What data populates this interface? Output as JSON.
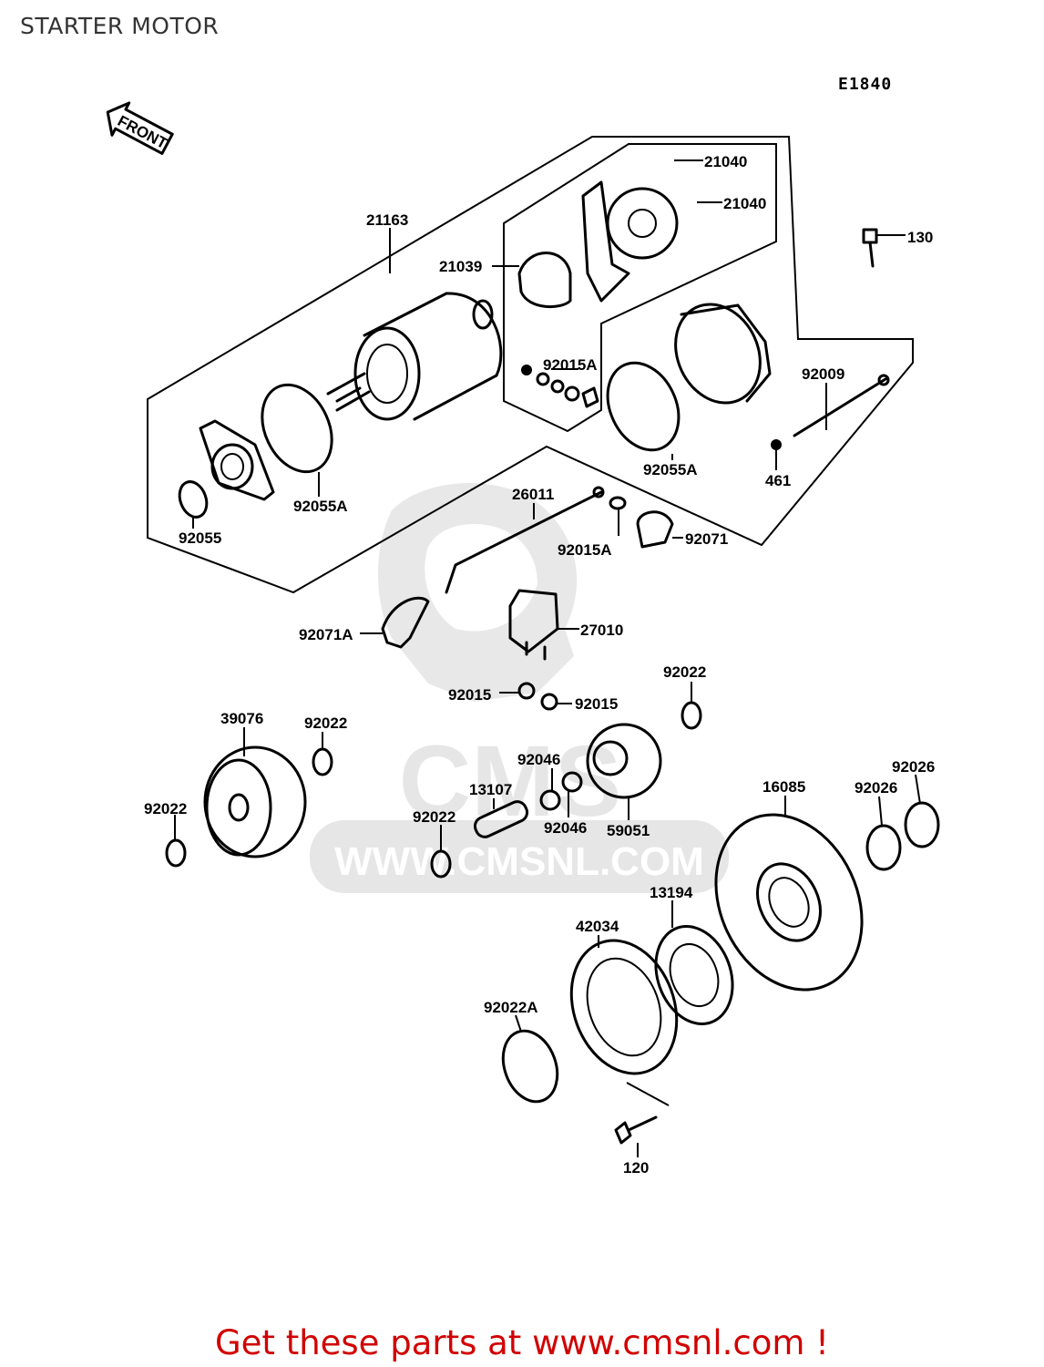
{
  "header": {
    "title": "STARTER MOTOR",
    "diagram_code": "E1840"
  },
  "front_marker": "FRONT",
  "watermark": {
    "text": "WWW.CMSNL.COM",
    "logo_text": "CMS"
  },
  "parts": [
    {
      "id": "p-21163",
      "label": "21163"
    },
    {
      "id": "p-21039",
      "label": "21039"
    },
    {
      "id": "p-21040a",
      "label": "21040"
    },
    {
      "id": "p-21040b",
      "label": "21040"
    },
    {
      "id": "p-130",
      "label": "130"
    },
    {
      "id": "p-92015a-1",
      "label": "92015A"
    },
    {
      "id": "p-92009",
      "label": "92009"
    },
    {
      "id": "p-92055a-1",
      "label": "92055A"
    },
    {
      "id": "p-92055a-2",
      "label": "92055A"
    },
    {
      "id": "p-461",
      "label": "461"
    },
    {
      "id": "p-92055",
      "label": "92055"
    },
    {
      "id": "p-26011",
      "label": "26011"
    },
    {
      "id": "p-92015a-2",
      "label": "92015A"
    },
    {
      "id": "p-92071",
      "label": "92071"
    },
    {
      "id": "p-92071a",
      "label": "92071A"
    },
    {
      "id": "p-27010",
      "label": "27010"
    },
    {
      "id": "p-92015-1",
      "label": "92015"
    },
    {
      "id": "p-92015-2",
      "label": "92015"
    },
    {
      "id": "p-92022-1",
      "label": "92022"
    },
    {
      "id": "p-39076",
      "label": "39076"
    },
    {
      "id": "p-92022-2",
      "label": "92022"
    },
    {
      "id": "p-92046-1",
      "label": "92046"
    },
    {
      "id": "p-92026-1",
      "label": "92026"
    },
    {
      "id": "p-13107",
      "label": "13107"
    },
    {
      "id": "p-16085",
      "label": "16085"
    },
    {
      "id": "p-92026-2",
      "label": "92026"
    },
    {
      "id": "p-92022-3",
      "label": "92022"
    },
    {
      "id": "p-92022-4",
      "label": "92022"
    },
    {
      "id": "p-92046-2",
      "label": "92046"
    },
    {
      "id": "p-59051",
      "label": "59051"
    },
    {
      "id": "p-13194",
      "label": "13194"
    },
    {
      "id": "p-42034",
      "label": "42034"
    },
    {
      "id": "p-92022a",
      "label": "92022A"
    },
    {
      "id": "p-120",
      "label": "120"
    }
  ],
  "footer": {
    "text": "Get these parts at www.cmsnl.com !"
  }
}
